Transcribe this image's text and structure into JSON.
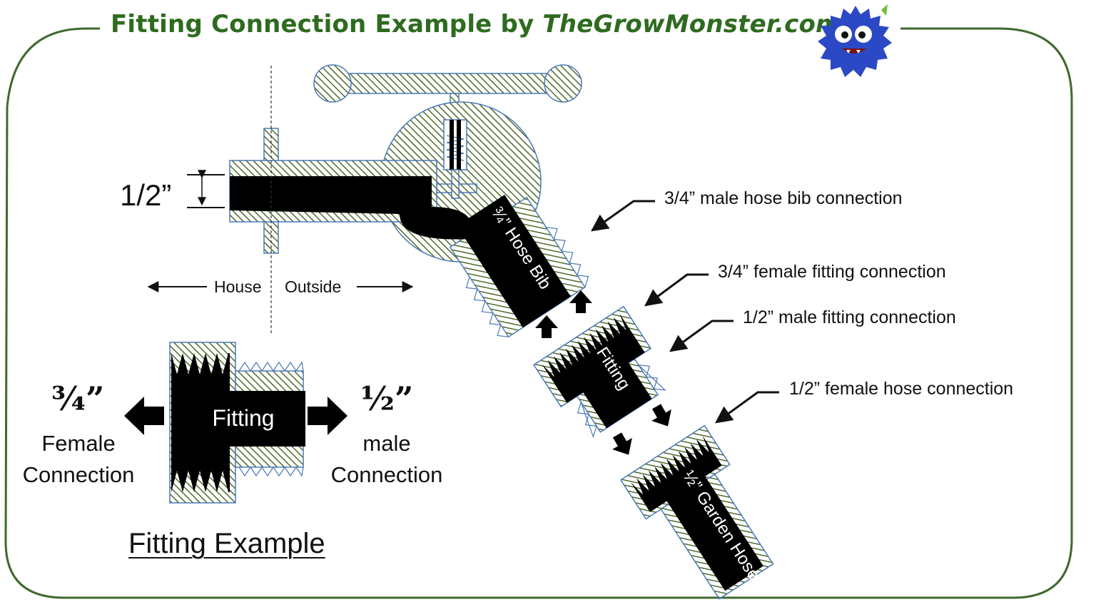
{
  "title": {
    "prefix": "Fitting Connection Example by ",
    "site": "TheGrowMonster.com"
  },
  "diagram": {
    "pipe_size": "1/2”",
    "side_left": "House",
    "side_right": "Outside",
    "bib_label": "¾” Hose Bib",
    "fitting_label": "Fitting",
    "hose_label": "½” Garden Hose"
  },
  "callouts": {
    "male_bib": "3/4” male hose bib connection",
    "female_fitting": "3/4” female fitting connection",
    "male_fitting": "1/2” male fitting connection",
    "female_hose": "1/2” female hose connection"
  },
  "example": {
    "fitting_label": "Fitting",
    "left_fraction": "¾”",
    "left_line1": "Female",
    "left_line2": "Connection",
    "right_fraction": "½”",
    "right_line1": "male",
    "right_line2": "Connection",
    "caption": "Fitting Example"
  },
  "colors": {
    "title": "#2e6b1f",
    "border": "#3f6a2e",
    "hatch": "#4f6b2a",
    "outline": "#4a78b8",
    "solid": "#000000",
    "mascot_body": "#2b49c4"
  },
  "icons": [
    "monster-mascot-icon",
    "arrow-icon"
  ]
}
